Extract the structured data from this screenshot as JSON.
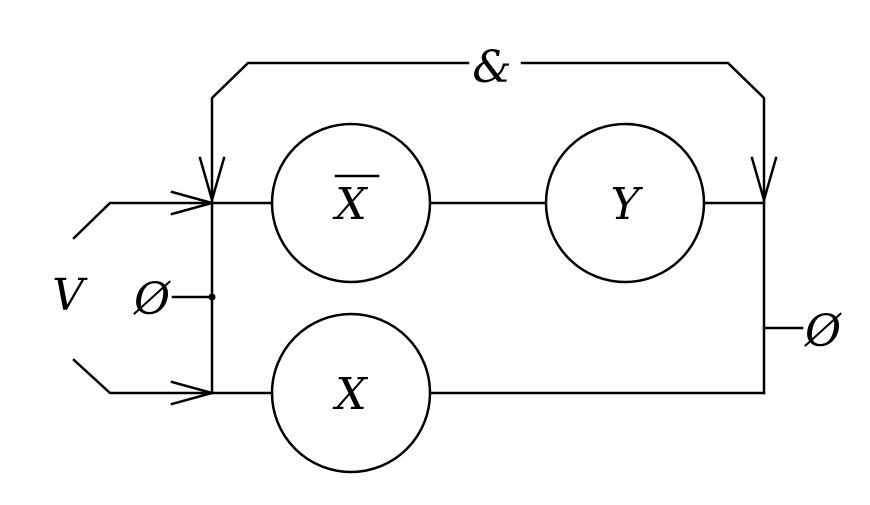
{
  "labels": {
    "top_arc": "&",
    "left_input": "V",
    "left_null": "Ø",
    "right_null": "Ø"
  },
  "nodes": [
    {
      "id": "xbar",
      "label": "X",
      "overline": true
    },
    {
      "id": "y",
      "label": "Y",
      "overline": false
    },
    {
      "id": "x",
      "label": "X",
      "overline": false
    }
  ],
  "colors": {
    "line": "#000000",
    "background": "#ffffff"
  }
}
